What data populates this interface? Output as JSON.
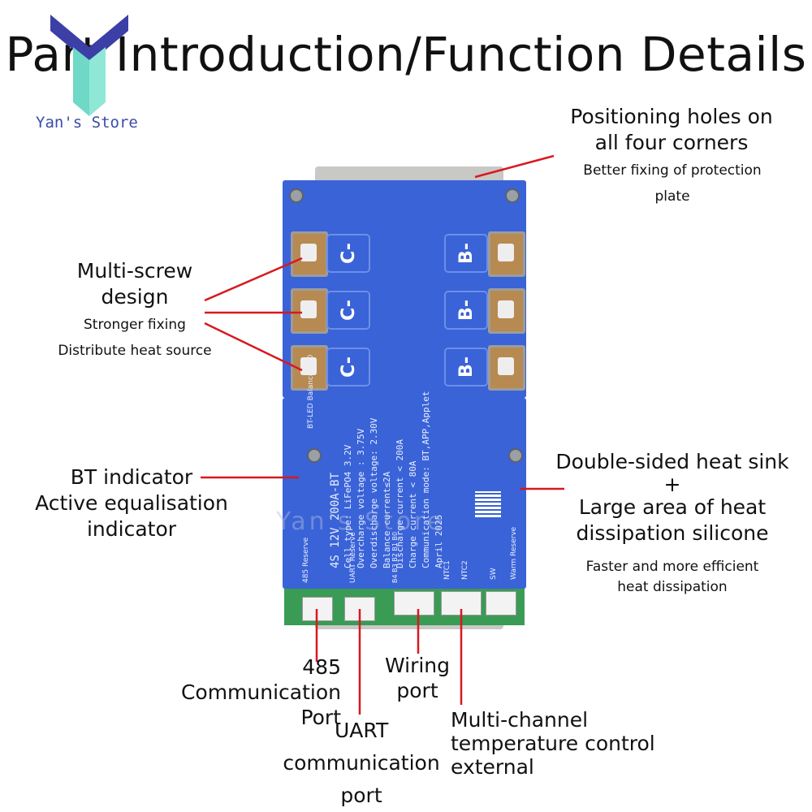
{
  "title": "Part Introduction/Function Details",
  "logo_text": "Yan's Store",
  "accent_color": "#d71920",
  "callouts": {
    "positioning": {
      "heading": [
        "Positioning holes on",
        "all four corners"
      ],
      "sub": [
        "Better fixing of protection",
        "plate"
      ]
    },
    "screw": {
      "heading": [
        "Multi-screw",
        "design"
      ],
      "sub": [
        "Stronger fixing",
        "Distribute heat source"
      ]
    },
    "bt": {
      "heading": [
        "BT indicator",
        "Active equalisation",
        "indicator"
      ]
    },
    "heatsink": {
      "heading": [
        "Double-sided heat sink",
        "+",
        "Large area of heat",
        "dissipation silicone"
      ],
      "sub": [
        "Faster and more efficient",
        "heat dissipation"
      ]
    },
    "port485": {
      "lines": [
        "485",
        "Communication",
        "Port"
      ]
    },
    "uart": {
      "lines": [
        "UART",
        "communication",
        "port"
      ]
    },
    "wiring": {
      "lines": [
        "Wiring",
        "port"
      ]
    },
    "temp": {
      "lines": [
        "Multi-channel",
        "temperature control",
        "external"
      ]
    }
  },
  "board": {
    "left_tags": [
      "C-",
      "C-",
      "C-"
    ],
    "right_tags": [
      "B-",
      "B-",
      "B-"
    ],
    "spec_lines": [
      "4S 12V 200A-BT",
      "Cell type: LiFePO4 3.2V",
      "Overcharge voltage : 3.75V",
      "Overdischarge voltage: 2.30V",
      "Balance current≤2A",
      "Discharge current < 200A",
      "Charge current < 80A",
      "Communication mode: BT,APP,Applet",
      "April 2025"
    ],
    "silk_labels": [
      "BT-LED Balance-LED",
      "485 Reserve",
      "UART Reserve",
      "B4 B3 B2 B1 B0",
      "NTC1",
      "NTC2",
      "SW",
      "Warm Reserve"
    ],
    "watermark": "Yan's Store"
  }
}
